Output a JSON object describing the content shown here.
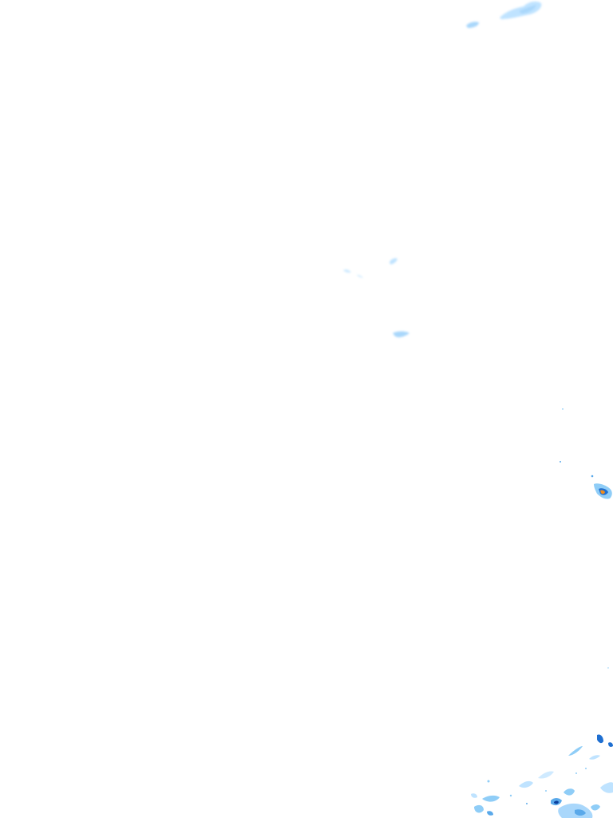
{
  "layer": {
    "type": "precipitation-radar-overlay",
    "background": "#ffffff",
    "palette": {
      "light": "#bfe3ff",
      "medium": "#8fcdf7",
      "strong": "#5aa9ea",
      "heavy": "#1f6fd1",
      "very_heavy": "#0b3f9e",
      "extreme": "#f28c1a"
    },
    "echo_intensities": [
      "light",
      "light",
      "light",
      "light",
      "light",
      "light",
      "heavy",
      "extreme",
      "light",
      "heavy",
      "medium"
    ]
  }
}
